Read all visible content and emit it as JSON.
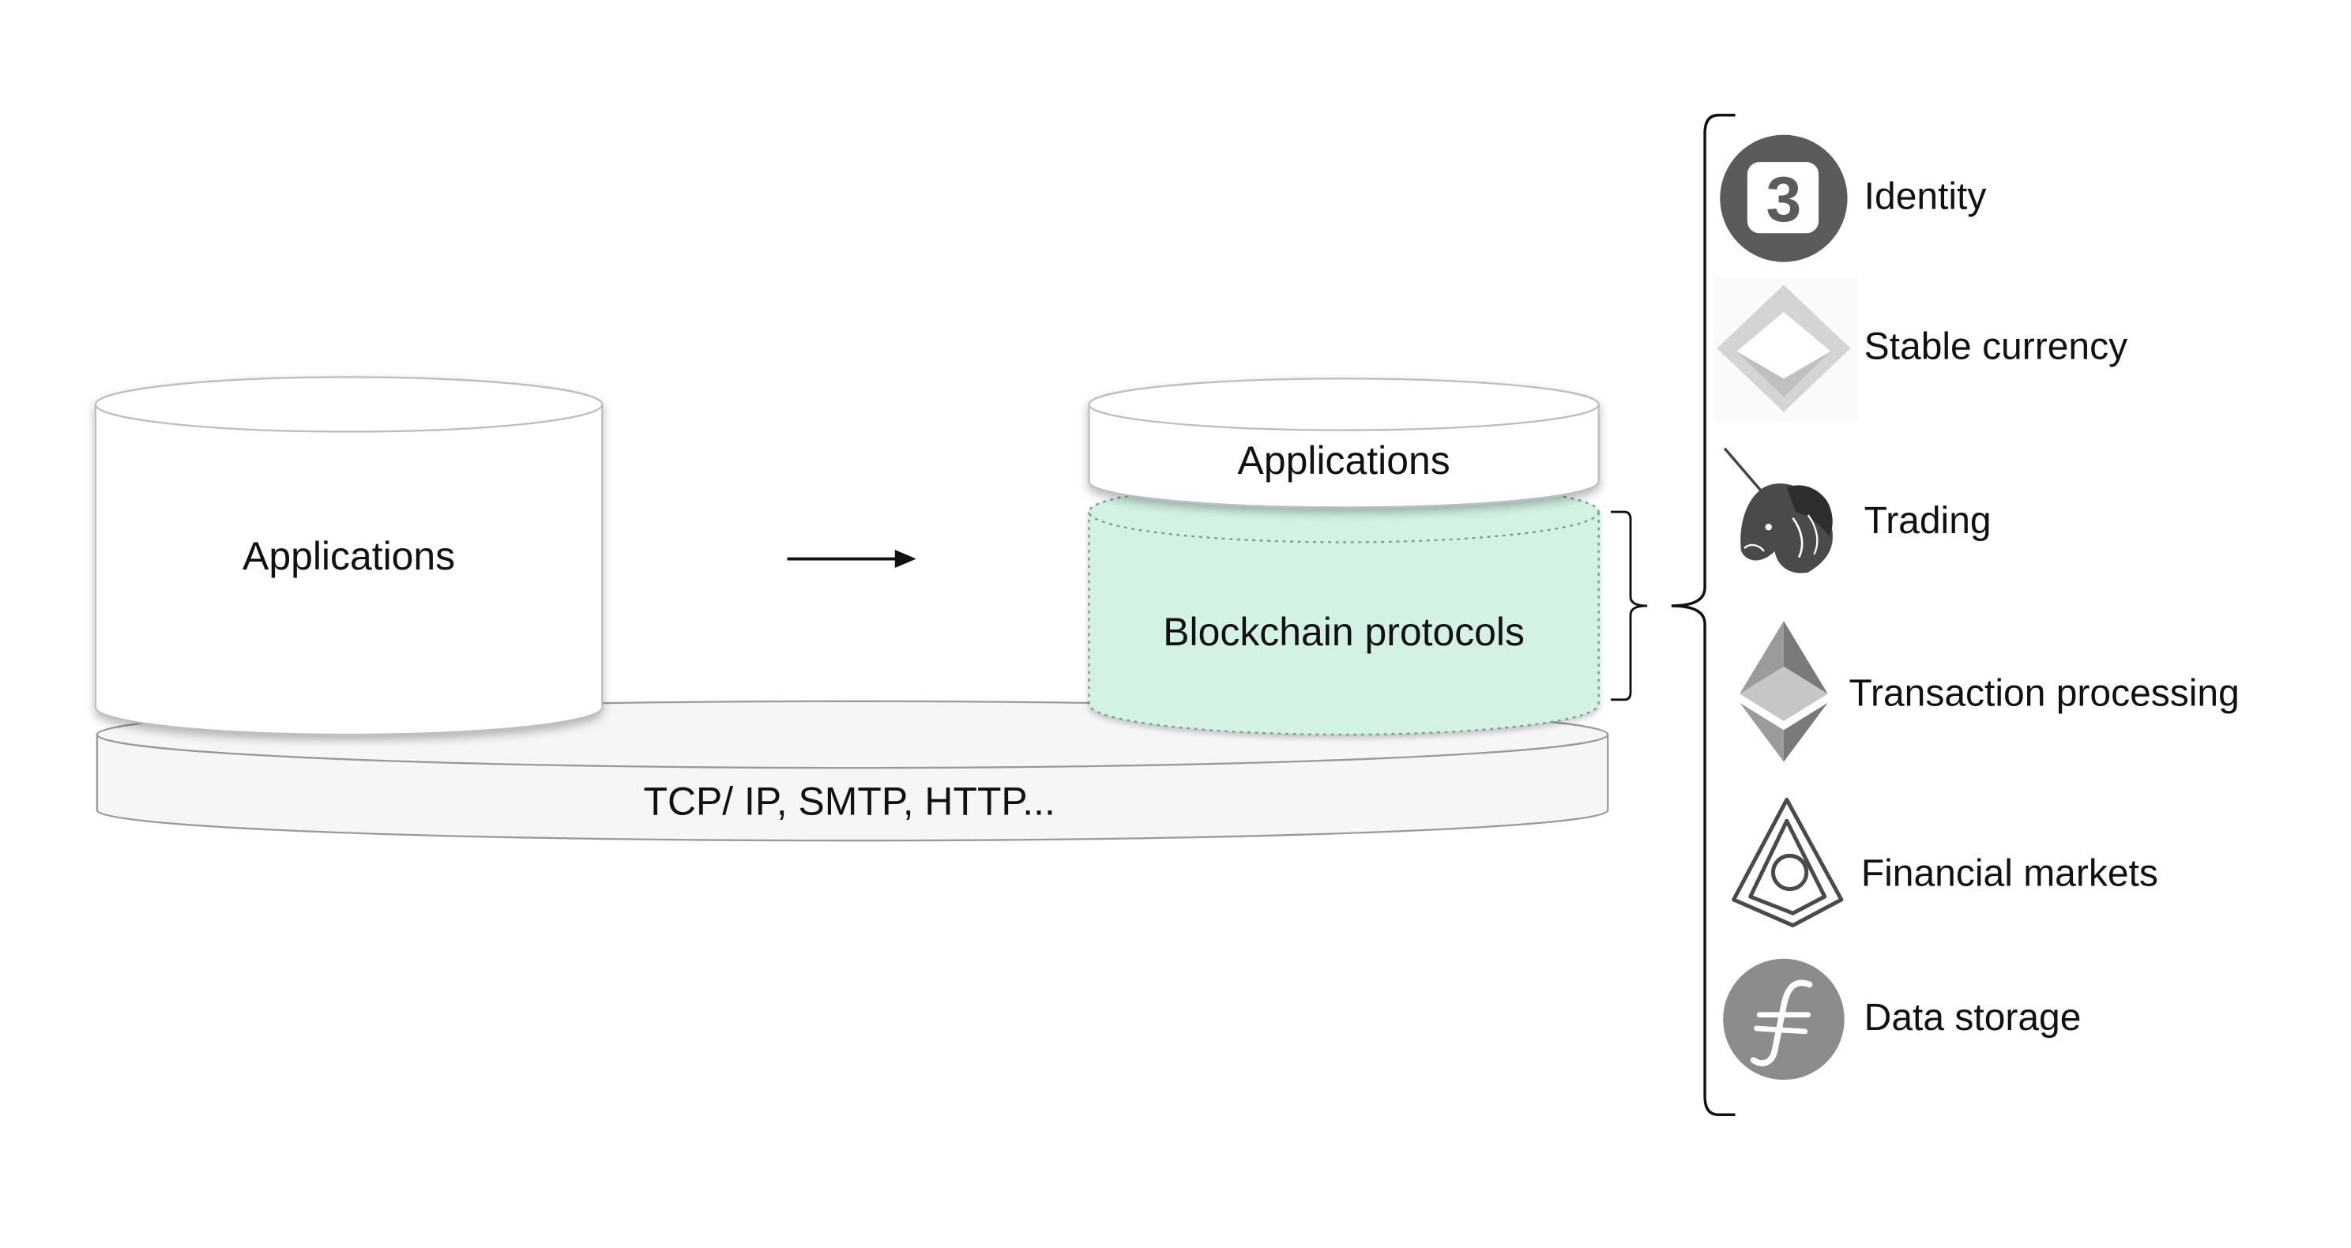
{
  "left_stack": {
    "applications_label": "Applications",
    "base_label": "TCP/ IP, SMTP, HTTP..."
  },
  "right_stack": {
    "applications_label": "Applications",
    "protocols_label": "Blockchain protocols",
    "protocols_color": "#d3f2e4"
  },
  "examples": [
    {
      "label": "Identity",
      "icon": "3box-logo-icon"
    },
    {
      "label": "Stable currency",
      "icon": "dai-logo-icon"
    },
    {
      "label": "Trading",
      "icon": "uniswap-unicorn-icon"
    },
    {
      "label": "Transaction processing",
      "icon": "ethereum-logo-icon"
    },
    {
      "label": "Financial markets",
      "icon": "augur-logo-icon"
    },
    {
      "label": "Data storage",
      "icon": "filecoin-logo-icon"
    }
  ]
}
